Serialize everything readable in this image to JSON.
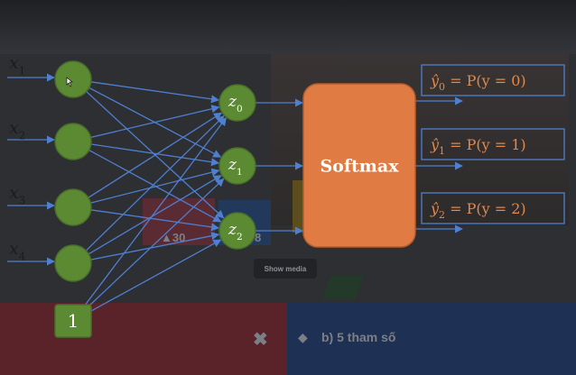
{
  "background": {
    "score_left": "▲30",
    "score_right": "8",
    "show_media_label": "Show media",
    "close_symbol": "✖",
    "diamond_symbol": "◆",
    "answer_b_text": "b) 5 tham số"
  },
  "diagram": {
    "inputs": [
      {
        "base": "x",
        "sub": "1"
      },
      {
        "base": "x",
        "sub": "2"
      },
      {
        "base": "x",
        "sub": "3"
      },
      {
        "base": "x",
        "sub": "4"
      }
    ],
    "bias_label": "1",
    "hidden": [
      {
        "base": "z",
        "sub": "0"
      },
      {
        "base": "z",
        "sub": "1"
      },
      {
        "base": "z",
        "sub": "2"
      }
    ],
    "softmax_label": "Softmax",
    "outputs": [
      {
        "base": "ŷ",
        "sub": "0",
        "expr": " = P(y = 0)"
      },
      {
        "base": "ŷ",
        "sub": "1",
        "expr": " = P(y = 1)"
      },
      {
        "base": "ŷ",
        "sub": "2",
        "expr": " = P(y = 2)"
      }
    ],
    "colors": {
      "node": "#5c8a33",
      "edge": "#4e7fd0",
      "softmax": "#e07b44",
      "output_text": "#e08a4e"
    }
  }
}
